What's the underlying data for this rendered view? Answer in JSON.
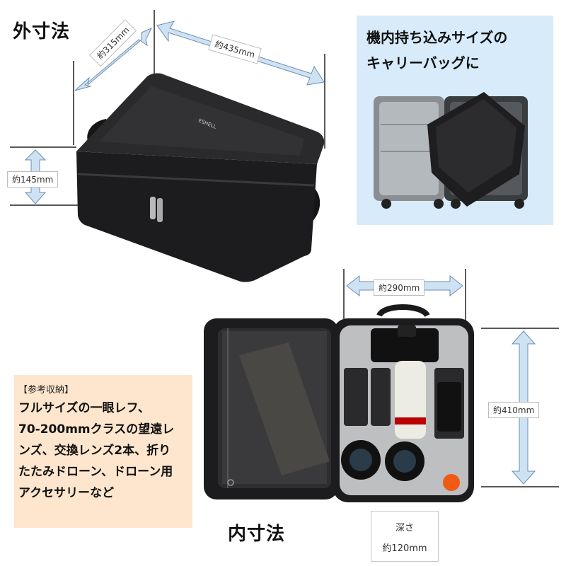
{
  "outer": {
    "title": "外寸法",
    "depth_label": "約315mm",
    "width_label": "約435mm",
    "height_label": "約145mm",
    "brand": "ESHELL"
  },
  "carry": {
    "line1": "機内持ち込みサイズの",
    "line2": "キャリーバッグに"
  },
  "inner": {
    "title": "内寸法",
    "width_label": "約290mm",
    "height_label": "約410mm",
    "depth_caption": "深さ",
    "depth_label": "約120mm"
  },
  "note": {
    "title": "【参考収納】",
    "lines": [
      "フルサイズの一眼レフ、",
      "70-200mmクラスの望遠レ",
      "ンズ、交換レンズ2本、折り",
      "たたみドローン、ドローン用",
      "アクセサリーなど"
    ]
  },
  "colors": {
    "arrow_fill": "#cfe2f3",
    "arrow_stroke": "#6b8fb0",
    "bag": "#1e1e20",
    "blue_panel": "#d7ebfa",
    "note_panel": "#fde6cd"
  }
}
